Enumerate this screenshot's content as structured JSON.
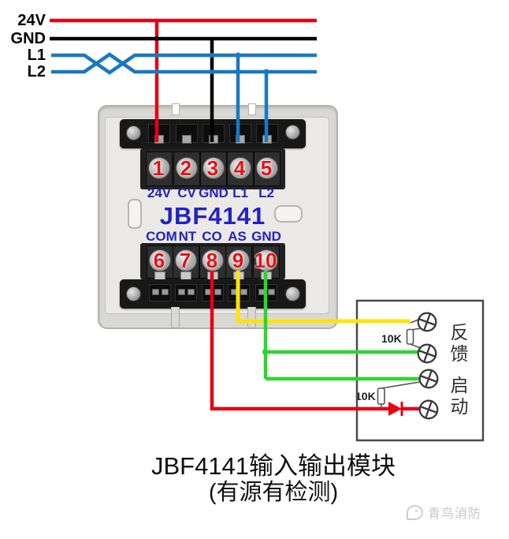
{
  "bus": {
    "labels": [
      "24V",
      "GND",
      "L1",
      "L2"
    ]
  },
  "module": {
    "title": "JBF4141",
    "top_terminals": {
      "numbers": [
        "1",
        "2",
        "3",
        "4",
        "5"
      ],
      "labels": [
        "24V",
        "CV",
        "GND",
        "L1",
        "L2"
      ]
    },
    "bottom_terminals": {
      "numbers": [
        "6",
        "7",
        "8",
        "9",
        "10"
      ],
      "labels": [
        "COM",
        "NT",
        "CO",
        "AS",
        "GND"
      ]
    }
  },
  "detector_box": {
    "resistor1_label": "10K",
    "resistor2_label": "10K",
    "feedback_label": "反馈",
    "start_label": "启动"
  },
  "caption": {
    "line1": "JBF4141输入输出模块",
    "line2": "(有源有检测)"
  },
  "watermark_text": "青鸟消防",
  "colors": {
    "wire_red": "#e60012",
    "wire_black": "#000000",
    "wire_blue": "#1a78c2",
    "wire_yellow": "#ffe30e",
    "wire_green": "#2ed52e",
    "label_blue": "#2222c4",
    "number_red": "#e31119",
    "box_stroke": "#4a4a4a"
  }
}
